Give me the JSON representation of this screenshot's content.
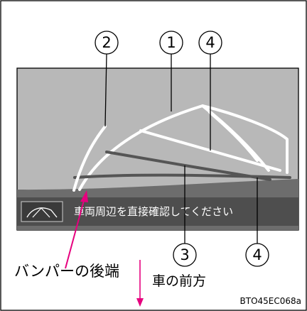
{
  "callouts": {
    "c1": "1",
    "c2": "2",
    "c3": "3",
    "c4a": "4",
    "c4b": "4"
  },
  "screen": {
    "message": "車両周辺を直接確認してください",
    "button_icon": "rear-camera-guide-icon"
  },
  "labels": {
    "bumper_rear_end": "バンパーの後端",
    "vehicle_front": "車の前方",
    "figure_code": "BTO45EC068a"
  },
  "colors": {
    "screen_background": "#b8b8b8",
    "bumper": "#6d6d6d",
    "message_bar": "#4e4e4e",
    "guide_line": "#ffffff",
    "pointer_arrow": "#e6007e"
  }
}
